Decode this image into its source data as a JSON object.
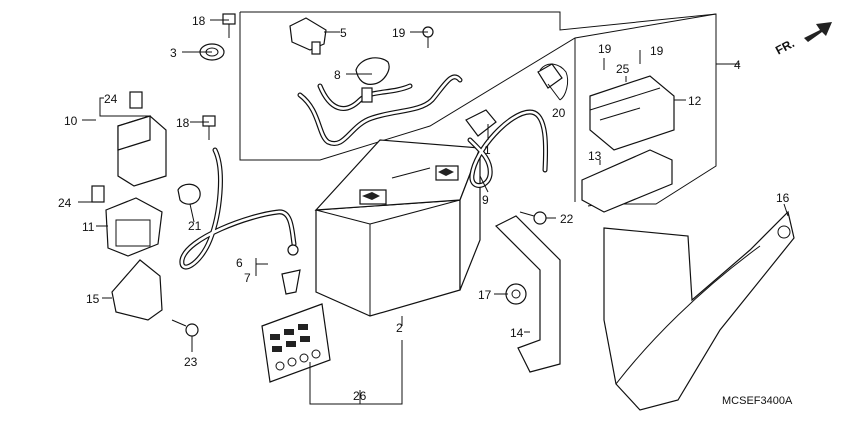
{
  "diagram": {
    "code": "MCSEF3400A",
    "front_label": "FR.",
    "part_numbers": [
      "1",
      "2",
      "3",
      "4",
      "5",
      "6",
      "7",
      "8",
      "9",
      "10",
      "11",
      "12",
      "13",
      "14",
      "15",
      "16",
      "17",
      "18",
      "18",
      "19",
      "19",
      "19",
      "20",
      "21",
      "22",
      "23",
      "24",
      "24",
      "25",
      "26"
    ]
  }
}
